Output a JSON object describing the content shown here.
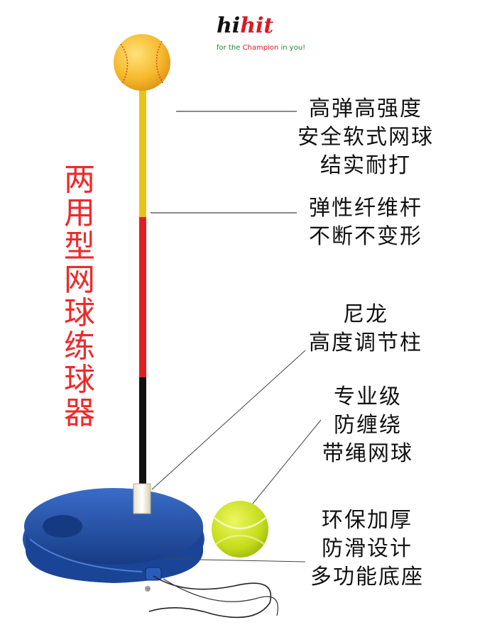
{
  "logo": {
    "brand_hi": "hi",
    "brand_hit": "hit",
    "tagline_pre": "for the ",
    "tagline_mid": "Champion",
    "tagline_post": " in you!"
  },
  "vertical_title": "两用型网球练球器",
  "callouts": {
    "ball": [
      "高弹高强度",
      "安全软式网球",
      "结实耐打"
    ],
    "pole": [
      "弹性纤维杆",
      "不断不变形"
    ],
    "column": [
      "尼龙",
      "高度调节柱"
    ],
    "tennis_ball": [
      "专业级",
      "防缠绕",
      "带绳网球"
    ],
    "base": [
      "环保加厚",
      "防滑设计",
      "多功能底座"
    ]
  },
  "colors": {
    "title_red": "#ee2a2a",
    "ball_yellow": "#f5c030",
    "pole_yellow": "#e8c318",
    "pole_red": "#e02020",
    "pole_black": "#111111",
    "base_blue": "#1f4fa8",
    "tennis_green": "#c8e020"
  }
}
